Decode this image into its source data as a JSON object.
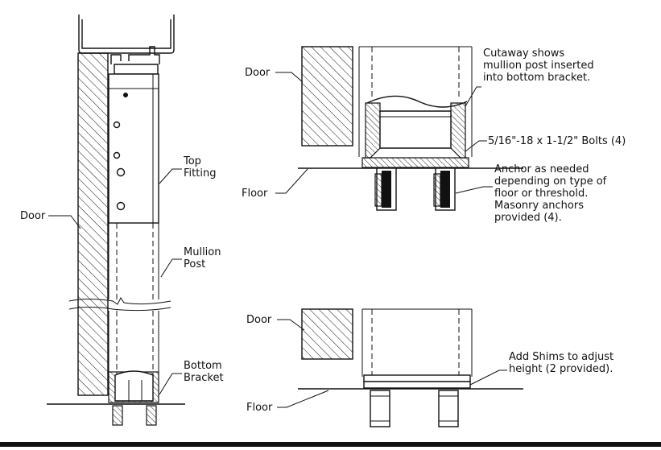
{
  "labels": {
    "door_left": "Door",
    "top_fitting": "Top\nFitting",
    "mullion_post": "Mullion\nPost",
    "bottom_bracket": "Bottom\nBracket",
    "door_top": "Door",
    "floor_top": "Floor",
    "cutaway_note": "Cutaway shows\nmullion post inserted\ninto bottom bracket.",
    "bolts_note": "5/16\"-18 x 1-1/2\" Bolts (4)",
    "anchor_note": "Anchor as needed\ndepending on type of\nfloor or threshold.\nMasonry anchors\nprovided (4).",
    "door_bottom": "Door",
    "floor_bottom": "Floor",
    "shims_note": "Add Shims to adjust\nheight (2 provided)."
  }
}
